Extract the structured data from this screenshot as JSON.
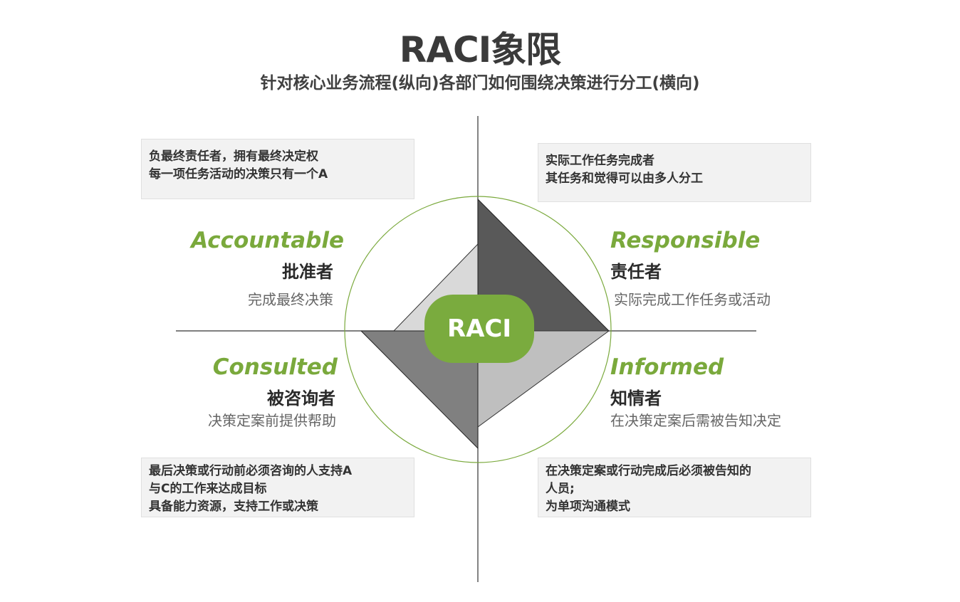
{
  "header": {
    "title": "RACI象限",
    "subtitle": "针对核心业务流程(纵向)各部门如何围绕决策进行分工(横向)"
  },
  "center": {
    "label": "RACI"
  },
  "colors": {
    "accent_green": "#7aa93c",
    "badge_green": "#7aab3e",
    "shape_dark": "#595959",
    "shape_mid": "#808080",
    "shape_light_1": "#bfbfbf",
    "shape_light_2": "#d9d9d9"
  },
  "quadrants": {
    "accountable": {
      "en": "Accountable",
      "cn": "批准者",
      "desc": "完成最终决策",
      "box": "负最终责任者，拥有最终决定权\n每一项任务活动的决策只有一个A"
    },
    "responsible": {
      "en": "Responsible",
      "cn": "责任者",
      "desc": "实际完成工作任务或活动",
      "box": "实际工作任务完成者\n其任务和觉得可以由多人分工"
    },
    "consulted": {
      "en": "Consulted",
      "cn": "被咨询者",
      "desc": "决策定案前提供帮助",
      "box": "最后决策或行动前必须咨询的人支持A\n与C的工作来达成目标\n具备能力资源，支持工作或决策"
    },
    "informed": {
      "en": "Informed",
      "cn": "知情者",
      "desc": "在决策定案后需被告知决定",
      "box": "在决策定案或行动完成后必须被告知的\n人员;\n为单项沟通模式"
    }
  }
}
